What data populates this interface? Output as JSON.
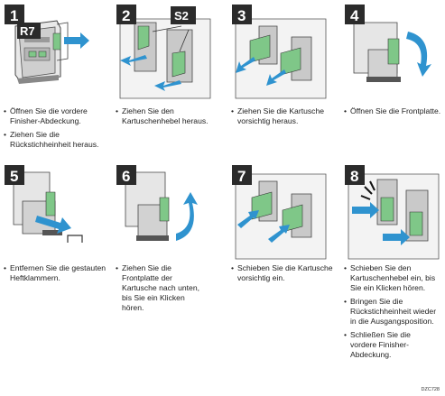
{
  "steps": [
    {
      "number": "1",
      "tag": "R7",
      "instructions": [
        "Öffnen Sie die vordere Finisher-Abdeckung.",
        "Ziehen Sie die Rückstichheinheit heraus."
      ]
    },
    {
      "number": "2",
      "tag": "S2",
      "instructions": [
        "Ziehen Sie den Kartuschenhebel heraus."
      ]
    },
    {
      "number": "3",
      "instructions": [
        "Ziehen Sie die Kartusche vorsichtig heraus."
      ]
    },
    {
      "number": "4",
      "instructions": [
        "Öffnen Sie die Frontplatte."
      ]
    },
    {
      "number": "5",
      "instructions": [
        "Entfernen Sie die gestauten Heftklammern."
      ]
    },
    {
      "number": "6",
      "instructions": [
        "Ziehen Sie die Frontplatte der Kartusche nach unten, bis Sie ein Klicken hören."
      ]
    },
    {
      "number": "7",
      "instructions": [
        "Schieben Sie die Kartusche vorsichtig ein."
      ]
    },
    {
      "number": "8",
      "instructions": [
        "Schieben Sie den Kartuschenhebel ein, bis Sie ein Klicken hören.",
        "Bringen Sie die Rückstichheinheit wieder in die Ausgangsposition.",
        "Schließen Sie die vordere Finisher-Abdeckung."
      ]
    }
  ],
  "figure_code": "DZC728",
  "colors": {
    "accent": "#2f93cf",
    "part_green": "#7fc788",
    "badge": "#2b2b2b"
  }
}
